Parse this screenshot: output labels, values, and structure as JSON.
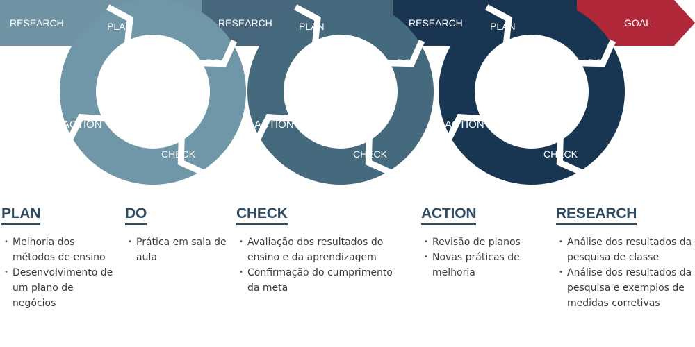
{
  "banner": {
    "segments": [
      {
        "label": "RESEARCH",
        "color": "#6f93a3"
      },
      {
        "label": "RESEARCH",
        "color": "#47677c"
      },
      {
        "label": "RESEARCH",
        "color": "#1a3552"
      },
      {
        "label": "GOAL",
        "color": "#b1283b"
      }
    ]
  },
  "cycles": [
    {
      "color": "#7097a7",
      "labels": {
        "plan": "PLAN",
        "do": "DO",
        "check": "CHECK",
        "action": "ACTION"
      }
    },
    {
      "color": "#456a7e",
      "labels": {
        "plan": "PLAN",
        "do": "DO",
        "check": "CHECK",
        "action": "ACTION"
      }
    },
    {
      "color": "#183652",
      "labels": {
        "plan": "PLAN",
        "do": "DO",
        "check": "CHECK",
        "action": "ACTION"
      }
    }
  ],
  "sections": [
    {
      "title": "PLAN",
      "items": [
        "Melhoria dos métodos de ensino",
        "Desenvolvimento de um plano de negócios"
      ]
    },
    {
      "title": "DO",
      "items": [
        "Prática em sala de aula"
      ]
    },
    {
      "title": "CHECK",
      "items": [
        "Avaliação dos resultados do ensino e da aprendizagem",
        "Confirmação do cumprimento da meta"
      ]
    },
    {
      "title": "ACTION",
      "items": [
        "Revisão de planos",
        "Novas práticas de melhoria"
      ]
    },
    {
      "title": "RESEARCH",
      "items": [
        "Análise dos resultados da pesquisa de classe",
        "Análise dos resultados da pesquisa e exemplos de medidas corretivas"
      ]
    }
  ]
}
